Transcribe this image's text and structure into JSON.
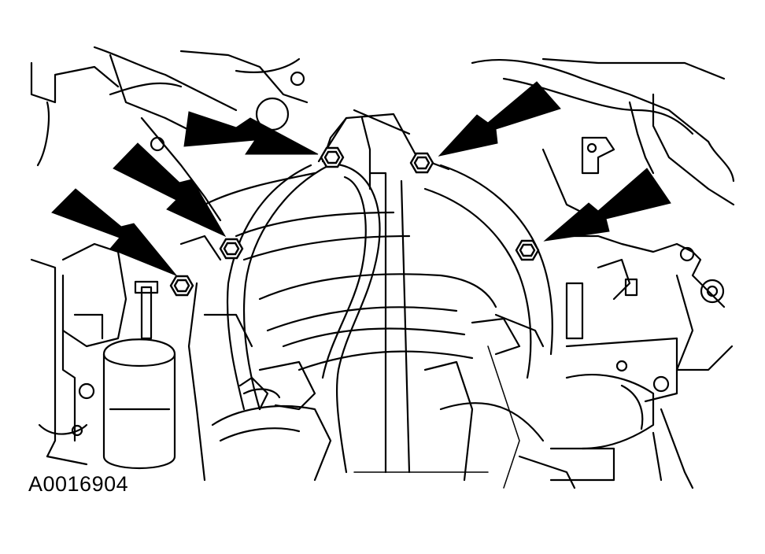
{
  "figure": {
    "reference_code": "A0016904",
    "line_color": "#000000",
    "background_color": "#ffffff",
    "callout_arrows": 5,
    "fasteners_indicated": 5
  }
}
